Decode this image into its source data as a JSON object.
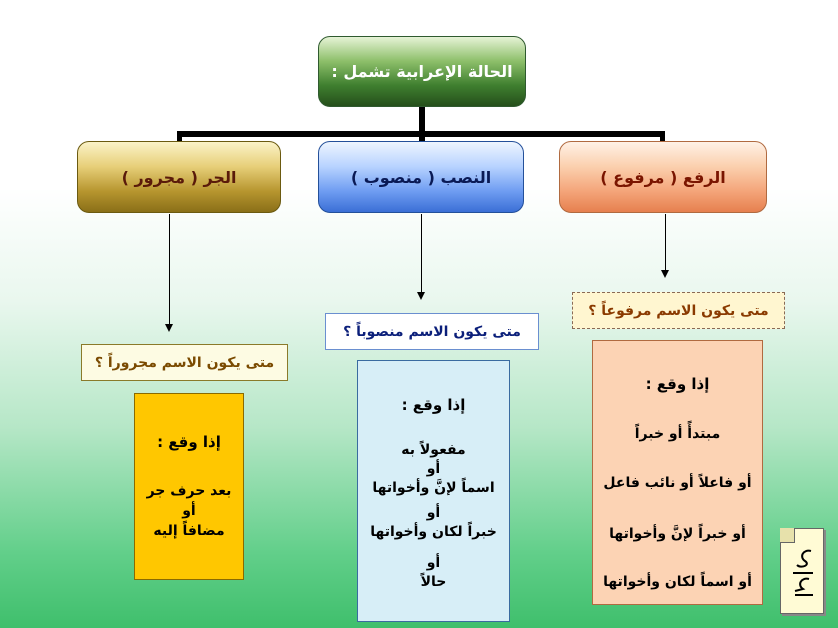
{
  "root": {
    "label": "الحالة الإعرابية تشمل :"
  },
  "branches": {
    "jar": {
      "title": "الجر ( مجرور )",
      "question": "متى يكون الاسم مجروراً ؟",
      "card": [
        "إذا وقع :",
        "بعد حرف جر",
        "أو",
        "مضافاً إليه"
      ]
    },
    "nasb": {
      "title": "النصب ( منصوب )",
      "question": "متى يكون الاسم منصوباً ؟",
      "card": [
        "إذا وقع :",
        "مفعولاً به",
        "أو",
        "اسماً لإنَّ وأخواتها",
        "أو",
        "خبراً لكان وأخواتها",
        "أو",
        "حالاً"
      ]
    },
    "raf": {
      "title": "الرفع ( مرفوع )",
      "question": "متى يكون الاسم مرفوعاً ؟",
      "card": [
        "إذا وقع :",
        "مبتدأً أو خبراً",
        "أو فاعلاً أو نائب فاعل",
        "أو خبراً لإنَّ وأخواتها",
        "أو اسماً لكان وأخواتها"
      ]
    }
  },
  "colors": {
    "connector": "#000000",
    "jar_card": "#ffc700",
    "nasb_card": "#d7eef7",
    "raf_card": "#fcd3b4"
  },
  "icons": {
    "note": "document-note-icon"
  }
}
